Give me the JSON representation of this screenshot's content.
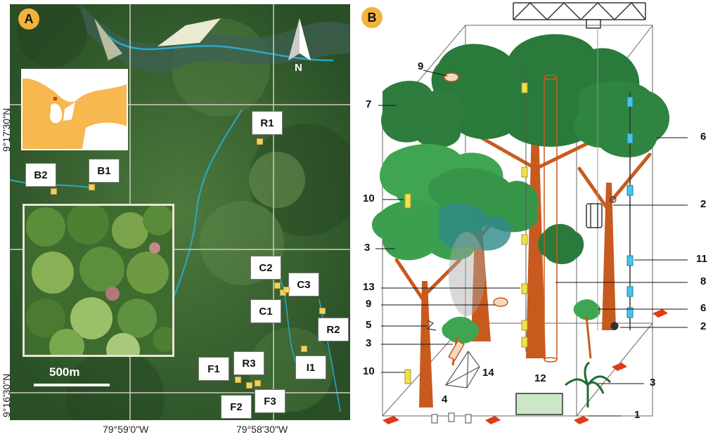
{
  "panel_a": {
    "letter": "A",
    "north": "N",
    "scale": "500m",
    "lat_top": "9°17'30\"N",
    "lat_bottom": "9°16'30\"N",
    "lon_left": "79°59'0\"W",
    "lon_right": "79°58'30\"W",
    "sites": [
      "R1",
      "B2",
      "B1",
      "C2",
      "C3",
      "C1",
      "R2",
      "R3",
      "F1",
      "I1",
      "F2",
      "F3"
    ]
  },
  "panel_b": {
    "letter": "B",
    "callouts": [
      "9",
      "7",
      "6",
      "10",
      "2",
      "3",
      "11",
      "13",
      "8",
      "9",
      "6",
      "5",
      "2",
      "3",
      "10",
      "14",
      "12",
      "3",
      "4",
      "1"
    ]
  },
  "colors": {
    "badge": "#f2b33a",
    "canopy_dark": "#276b3a",
    "canopy_light": "#3f9e52",
    "trunk": "#c85a1e",
    "marker": "#f3d061",
    "sensor_blue": "#49c3e8",
    "sensor_yellow": "#f1e04b",
    "base_red": "#e03a17"
  }
}
